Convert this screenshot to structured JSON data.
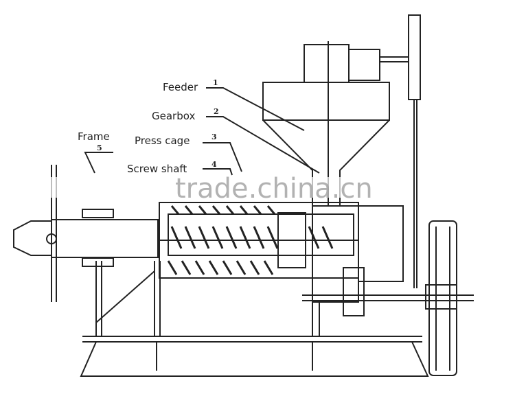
{
  "labels": [
    {
      "number": "1",
      "name": "Feeder"
    },
    {
      "number": "2",
      "name": "Gearbox"
    },
    {
      "number": "3",
      "name": "Press cage"
    },
    {
      "number": "4",
      "name": "Screw shaft"
    },
    {
      "number": "5",
      "name": "Frame"
    }
  ],
  "watermark": "trade.china.cn"
}
